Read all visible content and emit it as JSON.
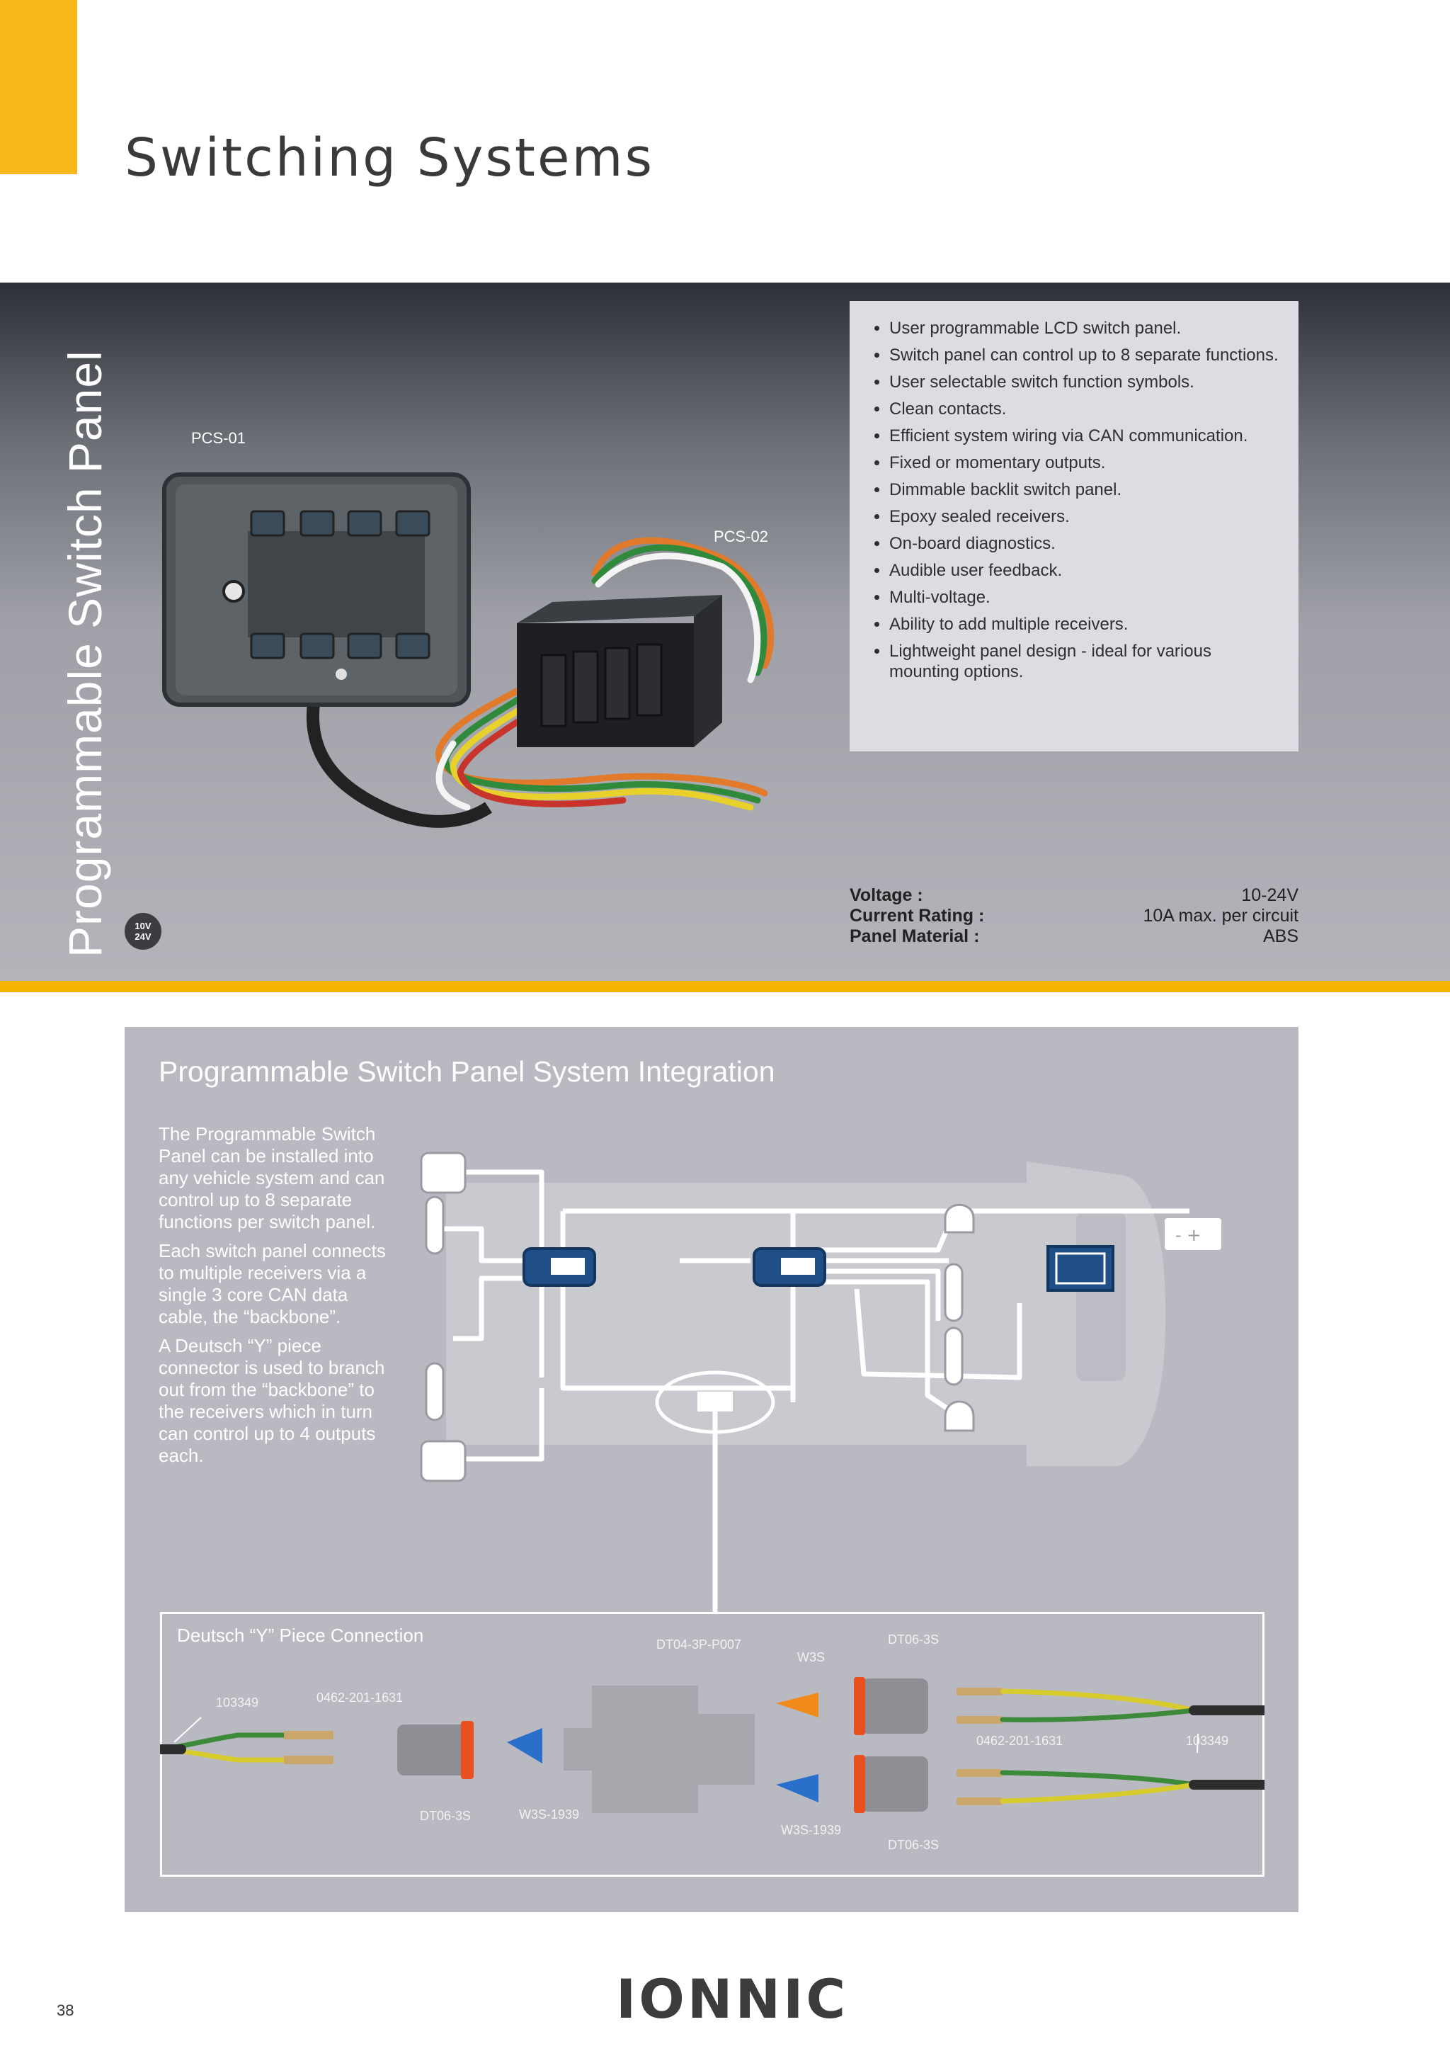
{
  "header": {
    "title": "Switching Systems"
  },
  "hero": {
    "side_title": "Programmable Switch Panel",
    "voltage_badge": [
      "10V",
      "24V"
    ],
    "products": {
      "pcs01": "PCS-01",
      "pcs02": "PCS-02"
    },
    "features": [
      "User programmable LCD switch panel.",
      "Switch panel can control up to 8 separate functions.",
      "User selectable switch function symbols.",
      "Clean contacts.",
      "Efficient system wiring via CAN communication.",
      "Fixed or momentary outputs.",
      "Dimmable backlit switch panel.",
      "Epoxy sealed receivers.",
      "On-board diagnostics.",
      "Audible user feedback.",
      "Multi-voltage.",
      "Ability to add multiple receivers.",
      "Lightweight panel design - ideal for various mounting options."
    ],
    "specs": [
      {
        "label": "Voltage :",
        "value": "10-24V"
      },
      {
        "label": "Current Rating :",
        "value": "10A max. per circuit"
      },
      {
        "label": "Panel Material :",
        "value": "ABS"
      }
    ]
  },
  "integration": {
    "heading": "Programmable Switch Panel System Integration",
    "paragraphs": [
      "The Programmable Switch Panel can be installed into any vehicle system and can control up to 8 separate functions per switch panel.",
      "Each switch panel connects to multiple receivers via a single 3 core CAN data cable, the “backbone”.",
      "A Deutsch “Y” piece connector is used to branch out from the “backbone” to the receivers which in turn can control up to 4 outputs each."
    ],
    "deutsch": {
      "title": "Deutsch “Y” Piece Connection",
      "parts": {
        "left_cable": "103349",
        "left_pins": "0462-201-1631",
        "left_plug": "DT06-3S",
        "left_wedge": "W3S-1939",
        "y_piece": "DT04-3P-P007",
        "top_wedge": "W3S",
        "top_plug": "DT06-3S",
        "right_pins": "0462-201-1631",
        "right_cable": "103349",
        "bottom_wedge": "W3S-1939",
        "bottom_plug": "DT06-3S"
      }
    }
  },
  "footer": {
    "page_number": "38",
    "brand": "IONNIC"
  },
  "colors": {
    "accent": "#f7b81a",
    "navy": "#1f4f86",
    "panel_grey": "#b9b9c1"
  }
}
